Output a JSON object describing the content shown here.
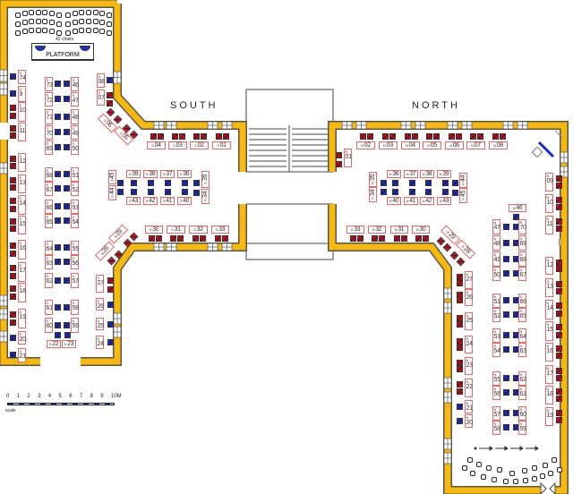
{
  "labels": {
    "south": "SOUTH",
    "north": "NORTH",
    "platform": "PLATFORM",
    "chair_count": "42 chairs",
    "scale_caption": "scale",
    "scale_ticks": [
      "0",
      "1",
      "2",
      "3",
      "4",
      "5",
      "6",
      "7",
      "8",
      "9",
      "10M"
    ]
  },
  "colors": {
    "wall": "#F8B80C",
    "booth_border": "#F06464",
    "chair_red": "#E00012",
    "chair_blue": "#1428D8"
  },
  "booths": [
    {
      "prefix": "S",
      "num": "74"
    },
    {
      "prefix": "S",
      "num": "9"
    },
    {
      "prefix": "S",
      "num": "10"
    },
    {
      "prefix": "S",
      "num": "11"
    },
    {
      "prefix": "S",
      "num": "12"
    },
    {
      "prefix": "S",
      "num": "13"
    },
    {
      "prefix": "S",
      "num": "14"
    },
    {
      "prefix": "S",
      "num": "15"
    },
    {
      "prefix": "S",
      "num": "16"
    },
    {
      "prefix": "S",
      "num": "17"
    },
    {
      "prefix": "S",
      "num": "18"
    },
    {
      "prefix": "S",
      "num": "19"
    },
    {
      "prefix": "S",
      "num": "20"
    },
    {
      "prefix": "S",
      "num": "21"
    },
    {
      "prefix": "S",
      "num": "73"
    },
    {
      "prefix": "S",
      "num": "72"
    },
    {
      "prefix": "S",
      "num": "71"
    },
    {
      "prefix": "S",
      "num": "70"
    },
    {
      "prefix": "S",
      "num": "69"
    },
    {
      "prefix": "S",
      "num": "68"
    },
    {
      "prefix": "S",
      "num": "67"
    },
    {
      "prefix": "S",
      "num": "66"
    },
    {
      "prefix": "S",
      "num": "65"
    },
    {
      "prefix": "S",
      "num": "64"
    },
    {
      "prefix": "S",
      "num": "63"
    },
    {
      "prefix": "S",
      "num": "62"
    },
    {
      "prefix": "S",
      "num": "61"
    },
    {
      "prefix": "S",
      "num": "60"
    },
    {
      "prefix": "S",
      "num": "46"
    },
    {
      "prefix": "S",
      "num": "47"
    },
    {
      "prefix": "S",
      "num": "48"
    },
    {
      "prefix": "S",
      "num": "49"
    },
    {
      "prefix": "S",
      "num": "50"
    },
    {
      "prefix": "S",
      "num": "51"
    },
    {
      "prefix": "S",
      "num": "52"
    },
    {
      "prefix": "S",
      "num": "53"
    },
    {
      "prefix": "S",
      "num": "54"
    },
    {
      "prefix": "S",
      "num": "55"
    },
    {
      "prefix": "S",
      "num": "56"
    },
    {
      "prefix": "S",
      "num": "57"
    },
    {
      "prefix": "S",
      "num": "58"
    },
    {
      "prefix": "S",
      "num": "59"
    },
    {
      "prefix": "S",
      "num": "22"
    },
    {
      "prefix": "S",
      "num": "23"
    },
    {
      "prefix": "S",
      "num": "08"
    },
    {
      "prefix": "S",
      "num": "07"
    },
    {
      "prefix": "S",
      "num": "06"
    },
    {
      "prefix": "S",
      "num": "05"
    },
    {
      "prefix": "S",
      "num": "04"
    },
    {
      "prefix": "S",
      "num": "03"
    },
    {
      "prefix": "S",
      "num": "02"
    },
    {
      "prefix": "S",
      "num": "01"
    },
    {
      "prefix": "S",
      "num": "45"
    },
    {
      "prefix": "S",
      "num": "44"
    },
    {
      "prefix": "S",
      "num": "39"
    },
    {
      "prefix": "S",
      "num": "38"
    },
    {
      "prefix": "S",
      "num": "37"
    },
    {
      "prefix": "S",
      "num": "36"
    },
    {
      "prefix": "S",
      "num": "35"
    },
    {
      "prefix": "S",
      "num": "34"
    },
    {
      "prefix": "S",
      "num": "43"
    },
    {
      "prefix": "S",
      "num": "42"
    },
    {
      "prefix": "S",
      "num": "41"
    },
    {
      "prefix": "S",
      "num": "40"
    },
    {
      "prefix": "S",
      "num": "30"
    },
    {
      "prefix": "S",
      "num": "31"
    },
    {
      "prefix": "S",
      "num": "32"
    },
    {
      "prefix": "S",
      "num": "33"
    },
    {
      "prefix": "S",
      "num": "29"
    },
    {
      "prefix": "S",
      "num": "28"
    },
    {
      "prefix": "S",
      "num": "27"
    },
    {
      "prefix": "S",
      "num": "26"
    },
    {
      "prefix": "S",
      "num": "25"
    },
    {
      "prefix": "S",
      "num": "24"
    },
    {
      "prefix": "N",
      "num": "01"
    },
    {
      "prefix": "N",
      "num": "02"
    },
    {
      "prefix": "N",
      "num": "03"
    },
    {
      "prefix": "N",
      "num": "04"
    },
    {
      "prefix": "N",
      "num": "05"
    },
    {
      "prefix": "N",
      "num": "06"
    },
    {
      "prefix": "N",
      "num": "07"
    },
    {
      "prefix": "N",
      "num": "08"
    },
    {
      "prefix": "N",
      "num": "35"
    },
    {
      "prefix": "N",
      "num": "34"
    },
    {
      "prefix": "N",
      "num": "36"
    },
    {
      "prefix": "N",
      "num": "37"
    },
    {
      "prefix": "N",
      "num": "38"
    },
    {
      "prefix": "N",
      "num": "39"
    },
    {
      "prefix": "N",
      "num": "44"
    },
    {
      "prefix": "N",
      "num": "45"
    },
    {
      "prefix": "N",
      "num": "40"
    },
    {
      "prefix": "N",
      "num": "41"
    },
    {
      "prefix": "N",
      "num": "42"
    },
    {
      "prefix": "N",
      "num": "43"
    },
    {
      "prefix": "N",
      "num": "33"
    },
    {
      "prefix": "N",
      "num": "32"
    },
    {
      "prefix": "N",
      "num": "31"
    },
    {
      "prefix": "N",
      "num": "30"
    },
    {
      "prefix": "N",
      "num": "29"
    },
    {
      "prefix": "N",
      "num": "28"
    },
    {
      "prefix": "N",
      "num": "46"
    },
    {
      "prefix": "N",
      "num": "47"
    },
    {
      "prefix": "N",
      "num": "48"
    },
    {
      "prefix": "N",
      "num": "49"
    },
    {
      "prefix": "N",
      "num": "50"
    },
    {
      "prefix": "N",
      "num": "51"
    },
    {
      "prefix": "N",
      "num": "52"
    },
    {
      "prefix": "N",
      "num": "53"
    },
    {
      "prefix": "N",
      "num": "54"
    },
    {
      "prefix": "N",
      "num": "55"
    },
    {
      "prefix": "N",
      "num": "56"
    },
    {
      "prefix": "N",
      "num": "57"
    },
    {
      "prefix": "N",
      "num": "58"
    },
    {
      "prefix": "N",
      "num": "70"
    },
    {
      "prefix": "N",
      "num": "69"
    },
    {
      "prefix": "N",
      "num": "68"
    },
    {
      "prefix": "N",
      "num": "67"
    },
    {
      "prefix": "N",
      "num": "66"
    },
    {
      "prefix": "N",
      "num": "65"
    },
    {
      "prefix": "N",
      "num": "64"
    },
    {
      "prefix": "N",
      "num": "63"
    },
    {
      "prefix": "N",
      "num": "62"
    },
    {
      "prefix": "N",
      "num": "61"
    },
    {
      "prefix": "N",
      "num": "60"
    },
    {
      "prefix": "N",
      "num": "59"
    },
    {
      "prefix": "N",
      "num": "09"
    },
    {
      "prefix": "N",
      "num": "10"
    },
    {
      "prefix": "N",
      "num": "11"
    },
    {
      "prefix": "N",
      "num": "12"
    },
    {
      "prefix": "N",
      "num": "13"
    },
    {
      "prefix": "N",
      "num": "14"
    },
    {
      "prefix": "N",
      "num": "15"
    },
    {
      "prefix": "N",
      "num": "16"
    },
    {
      "prefix": "N",
      "num": "17"
    },
    {
      "prefix": "N",
      "num": "18"
    },
    {
      "prefix": "N",
      "num": "19"
    },
    {
      "prefix": "N",
      "num": "27"
    },
    {
      "prefix": "N",
      "num": "26"
    },
    {
      "prefix": "N",
      "num": "25"
    },
    {
      "prefix": "N",
      "num": "24"
    },
    {
      "prefix": "N",
      "num": "23"
    },
    {
      "prefix": "N",
      "num": "22"
    },
    {
      "prefix": "N",
      "num": "21"
    },
    {
      "prefix": "N",
      "num": "20"
    }
  ]
}
